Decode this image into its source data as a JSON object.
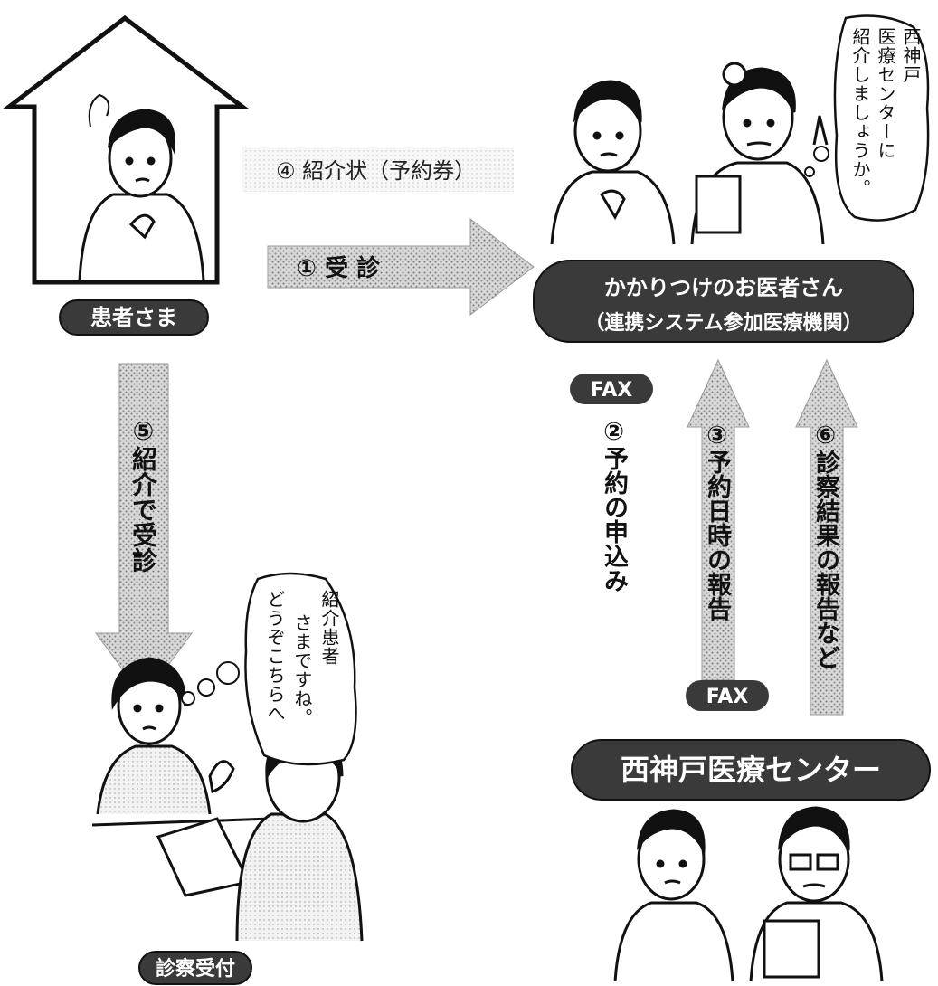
{
  "patient_label": "患者さま",
  "clinic_label_line1": "かかりつけのお医者さん",
  "clinic_label_line2": "（連携システム参加医療機関）",
  "hospital_label": "西神戸医療センター",
  "reception_label": "診察受付",
  "fax_top": "FAX",
  "fax_bottom": "FAX",
  "step1": "① 受 診",
  "step2": "②予約の申込み",
  "step3": "③予約日時の報告",
  "step4": "④ 紹介状（予約券）",
  "step5": "⑤紹介で受診",
  "step6": "⑥診察結果の報告など",
  "bubble_doctor": [
    "西神戸",
    "医療センターに",
    "紹介しましょうか。"
  ],
  "bubble_receptionist": [
    "紹介患者",
    "さまですね。",
    "どうぞこちらへ"
  ],
  "colors": {
    "pill": "#3a3a3a",
    "arrow": "#b4b4b4",
    "line": "#111111"
  }
}
